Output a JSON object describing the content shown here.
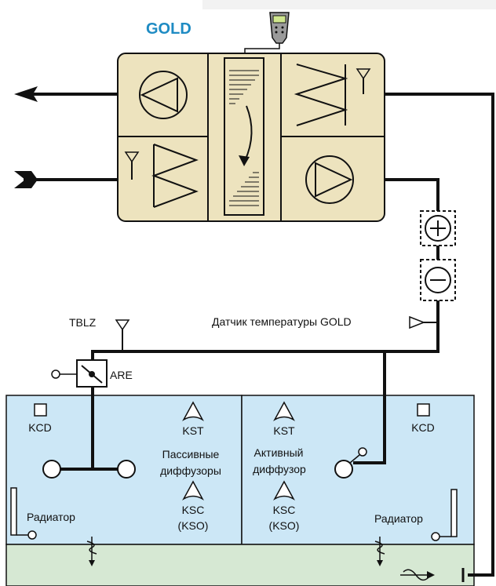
{
  "title": "GOLD",
  "labels": {
    "tblz": "TBLZ",
    "gold_sensor": "Датчик температуры GOLD",
    "are": "ARE",
    "kcd_left": "KCD",
    "kst_left": "KST",
    "passive_1": "Пассивные",
    "passive_2": "диффузоры",
    "ksc_left": "KSC",
    "kso_left": "(KSO)",
    "radiator_left": "Радиатор",
    "kst_right": "KST",
    "active_1": "Активный",
    "active_2": "диффузор",
    "ksc_right": "KSC",
    "kso_right": "(KSO)",
    "kcd_right": "KCD",
    "radiator_right": "Радиатор"
  },
  "colors": {
    "title": "#1E8BC3",
    "unit_fill": "#EDE3BE",
    "room_fill": "#CCE7F6",
    "floor_fill": "#D6E8D3",
    "duct": "#111111",
    "panel": "#F2F2F2"
  },
  "icons": [
    "control-panel-icon",
    "extract-fan-icon",
    "supply-fan-icon",
    "heat-exchanger-icon",
    "extract-filter-icon",
    "supply-filter-icon",
    "heater-plus-icon",
    "cooler-minus-icon",
    "damper-icon",
    "diffuser-icon",
    "sensor-icon",
    "radiator-icon",
    "valve-icon"
  ]
}
